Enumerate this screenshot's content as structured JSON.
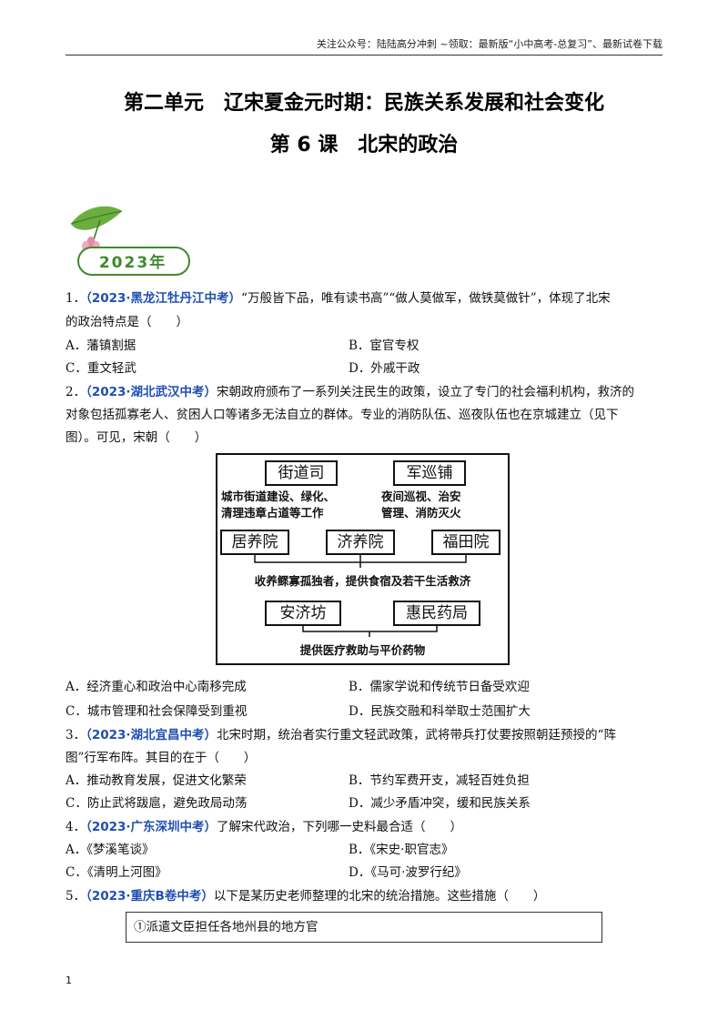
{
  "header": {
    "text": "关注公众号：陆陆高分冲刺 ~领取：最新版“小中高考-总复习”、最新试卷下载"
  },
  "title": {
    "line1": "第二单元　辽宋夏金元时期：民族关系发展和社会变化",
    "line2": "第 6 课　北宋的政治"
  },
  "badge": {
    "year_label": "2023年"
  },
  "questions": [
    {
      "num": "1．",
      "source": "（2023·黑龙江牡丹江中考）",
      "stem_line1": "“万般皆下品，唯有读书高”“做人莫做军，做铁莫做针”，体现了北宋",
      "stem_line2": "的政治特点是（　　）",
      "options": [
        "A．藩镇割据",
        "B．宦官专权",
        "C．重文轻武",
        "D．外戚干政"
      ]
    },
    {
      "num": "2．",
      "source": "（2023·湖北武汉中考）",
      "stem_line1": "宋朝政府颁布了一系列关注民生的政策，设立了专门的社会福利机构，救济的",
      "stem_line2": "对象包括孤寡老人、贫困人口等诸多无法自立的群体。专业的消防队伍、巡夜队伍也在京城建立（见下",
      "stem_line3": "图）。可见，宋朝（　　）",
      "options": [
        "A．经济重心和政治中心南移完成",
        "B．儒家学说和传统节日备受欢迎",
        "C．城市管理和社会保障受到重视",
        "D．民族交融和科举取士范围扩大"
      ]
    },
    {
      "num": "3．",
      "source": "（2023·湖北宜昌中考）",
      "stem_line1": "北宋时期，统治者实行重文轻武政策，武将带兵打仗要按照朝廷预授的“阵",
      "stem_line2": "图”行军布阵。其目的在于（　　）",
      "options": [
        "A．推动教育发展，促进文化繁荣",
        "B．节约军费开支，减轻百姓负担",
        "C．防止武将跋扈，避免政局动荡",
        "D．减少矛盾冲突，缓和民族关系"
      ]
    },
    {
      "num": "4．",
      "source": "（2023·广东深圳中考）",
      "stem_line1": "了解宋代政治，下列哪一史料最合适（　　）",
      "options": [
        "A．《梦溪笔谈》",
        "B．《宋史·职官志》",
        "C．《清明上河图》",
        "D．《马可·波罗行纪》"
      ]
    },
    {
      "num": "5．",
      "source": "（2023·重庆B卷中考）",
      "stem_line1": "以下是某历史老师整理的北宋的统治措施。这些措施（　　）",
      "box_text": "①派遣文臣担任各地州县的地方官"
    }
  ],
  "figure": {
    "box_jiedaosi": "街道司",
    "box_junxunpu": "军巡铺",
    "desc_left_1": "城市街道建设、绿化、",
    "desc_left_2": "清理违章占道等工作",
    "desc_right_1": "夜间巡视、治安",
    "desc_right_2": "管理、消防灭火",
    "box_juyangyuan": "居养院",
    "box_jiyangyuan": "济养院",
    "box_futianyuan": "福田院",
    "desc_middle": "收养鳏寡孤独者，提供食宿及若干生活救济",
    "box_anjifang": "安济坊",
    "box_huiminyaoju": "惠民药局",
    "desc_bottom": "提供医疗救助与平价药物"
  },
  "page_number": "1",
  "colors": {
    "source_blue": "#1f4fb0",
    "badge_green": "#3f8a2c",
    "lotus_pink": "#e58aa8"
  }
}
